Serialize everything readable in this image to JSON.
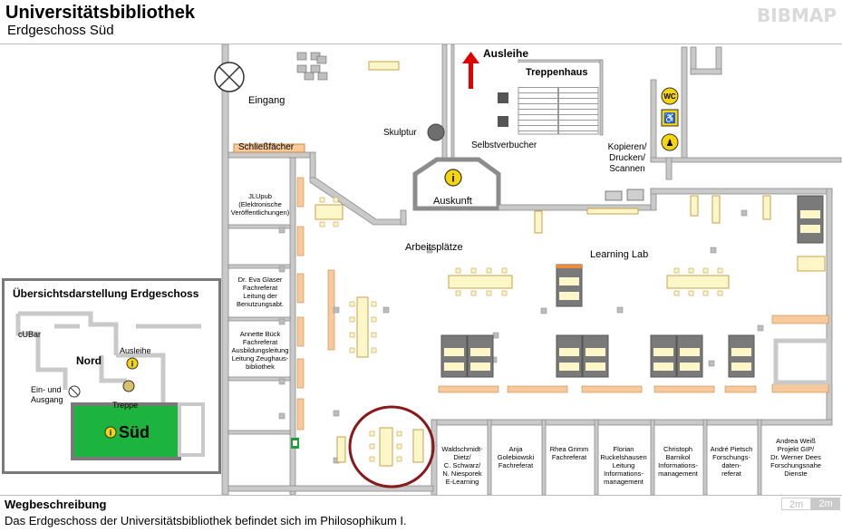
{
  "header": {
    "title": "Universitätsbibliothek",
    "subtitle": "Erdgeschoss Süd",
    "logo": "BIBMAP"
  },
  "rooms": {
    "ausleihe": "Ausleihe",
    "treppenhaus": "Treppenhaus",
    "eingang": "Eingang",
    "skulptur": "Skulptur",
    "selbstverbucher": "Selbstverbucher",
    "schliessfaecher": "Schließfächer",
    "kopieren": [
      "Kopieren/",
      "Drucken/",
      "Scannen"
    ],
    "auskunft": "Auskunft",
    "arbeitsplaetze": "Arbeitsplätze",
    "learning_lab": "Learning Lab",
    "wc": "WC"
  },
  "offices_left": [
    [
      "JLUpub",
      "(Elektronische",
      "Veröffentlichungen)"
    ],
    [
      "Dr. Eva Glaser",
      "Fachreferat",
      "Leitung der",
      "Benutzungsabt."
    ],
    [
      "Annette Bück",
      "Fachreferat",
      "Ausbildungsleitung",
      "Leitung Zeughaus-",
      "bibliothek"
    ]
  ],
  "offices_bottom": [
    [
      "Waldschmidt-",
      "Dietz/",
      "C. Schwarz/",
      "N. Niesporek",
      "E-Learning"
    ],
    [
      "Anja",
      "Golebiowski",
      "Fachreferat"
    ],
    [
      "Rhea Grimm",
      "Fachreferat"
    ],
    [
      "Florian",
      "Ruckelshausen",
      "Leitung",
      "Informations-",
      "management"
    ],
    [
      "Christoph",
      "Barnikol",
      "Informations-",
      "management"
    ],
    [
      "André Pietsch",
      "Forschungs-",
      "daten-",
      "referat"
    ],
    [
      "Andrea Weiß",
      "Projekt GIP/",
      "Dr. Werner Dees",
      "Forschungsnahe",
      "Dienste"
    ]
  ],
  "overview": {
    "title": "Übersichtsdarstellung Erdgeschoss",
    "cubar": "cUBar",
    "nord": "Nord",
    "ausleihe": "Ausleihe",
    "ein_ausgang": [
      "Ein- und",
      "Ausgang"
    ],
    "treppe": "Treppe",
    "sued": "Süd"
  },
  "footer": {
    "title": "Wegbeschreibung",
    "text": "Das Erdgeschoss der Universitätsbibliothek befindet sich im Philosophikum I."
  },
  "scale": {
    "option_a": "2m",
    "option_b": "2m"
  },
  "colors": {
    "wall": "#bdbdbd",
    "wall_dark": "#8c8c8c",
    "desk_fill": "#fdf6c8",
    "desk_border": "#c8a14a",
    "shelf": "#f8c99a",
    "arrow": "#e00000",
    "info_yellow": "#f6d60b",
    "sued_green": "#1db33f",
    "highlight_circle": "#8a1a1a"
  }
}
